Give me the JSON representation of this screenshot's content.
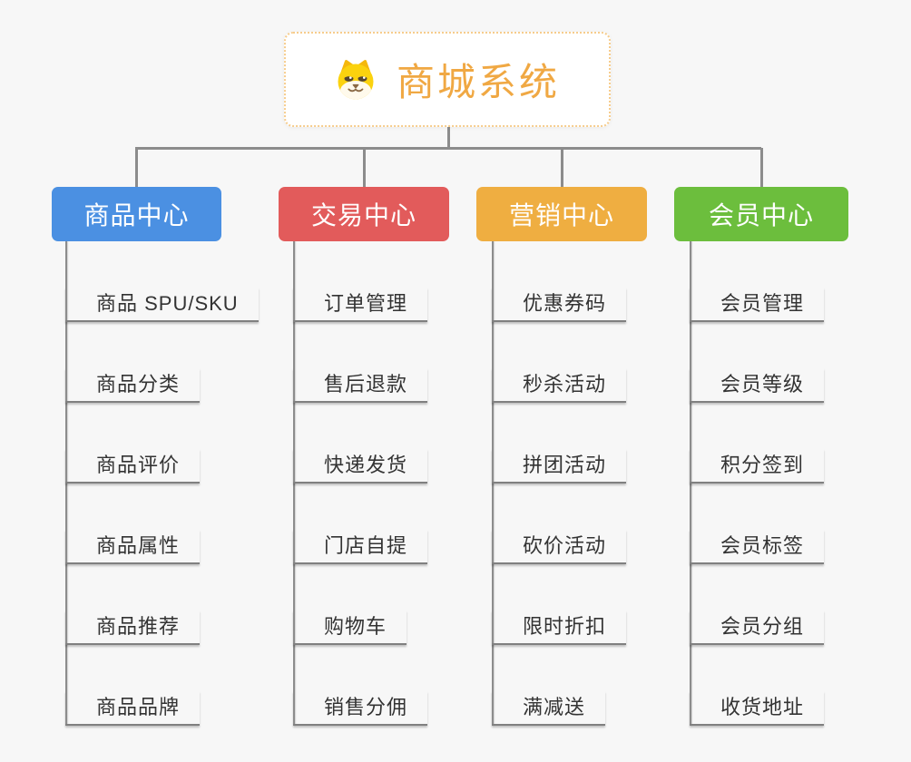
{
  "root": {
    "title": "商城系统",
    "icon": "dog-face-icon"
  },
  "branches": [
    {
      "label": "商品中心",
      "color": "#4B90E2",
      "children": [
        "商品 SPU/SKU",
        "商品分类",
        "商品评价",
        "商品属性",
        "商品推荐",
        "商品品牌"
      ]
    },
    {
      "label": "交易中心",
      "color": "#E25B5B",
      "children": [
        "订单管理",
        "售后退款",
        "快递发货",
        "门店自提",
        "购物车",
        "销售分佣"
      ]
    },
    {
      "label": "营销中心",
      "color": "#EFAE41",
      "children": [
        "优惠券码",
        "秒杀活动",
        "拼团活动",
        "砍价活动",
        "限时折扣",
        "满减送"
      ]
    },
    {
      "label": "会员中心",
      "color": "#6CBE3D",
      "children": [
        "会员管理",
        "会员等级",
        "积分签到",
        "会员标签",
        "会员分组",
        "收货地址"
      ]
    }
  ],
  "colors": {
    "background": "#F7F7F7",
    "connector": "#8C8C8C",
    "root_text": "#F0A843",
    "root_border": "#F6CC8C",
    "leaf_text": "#333333"
  }
}
